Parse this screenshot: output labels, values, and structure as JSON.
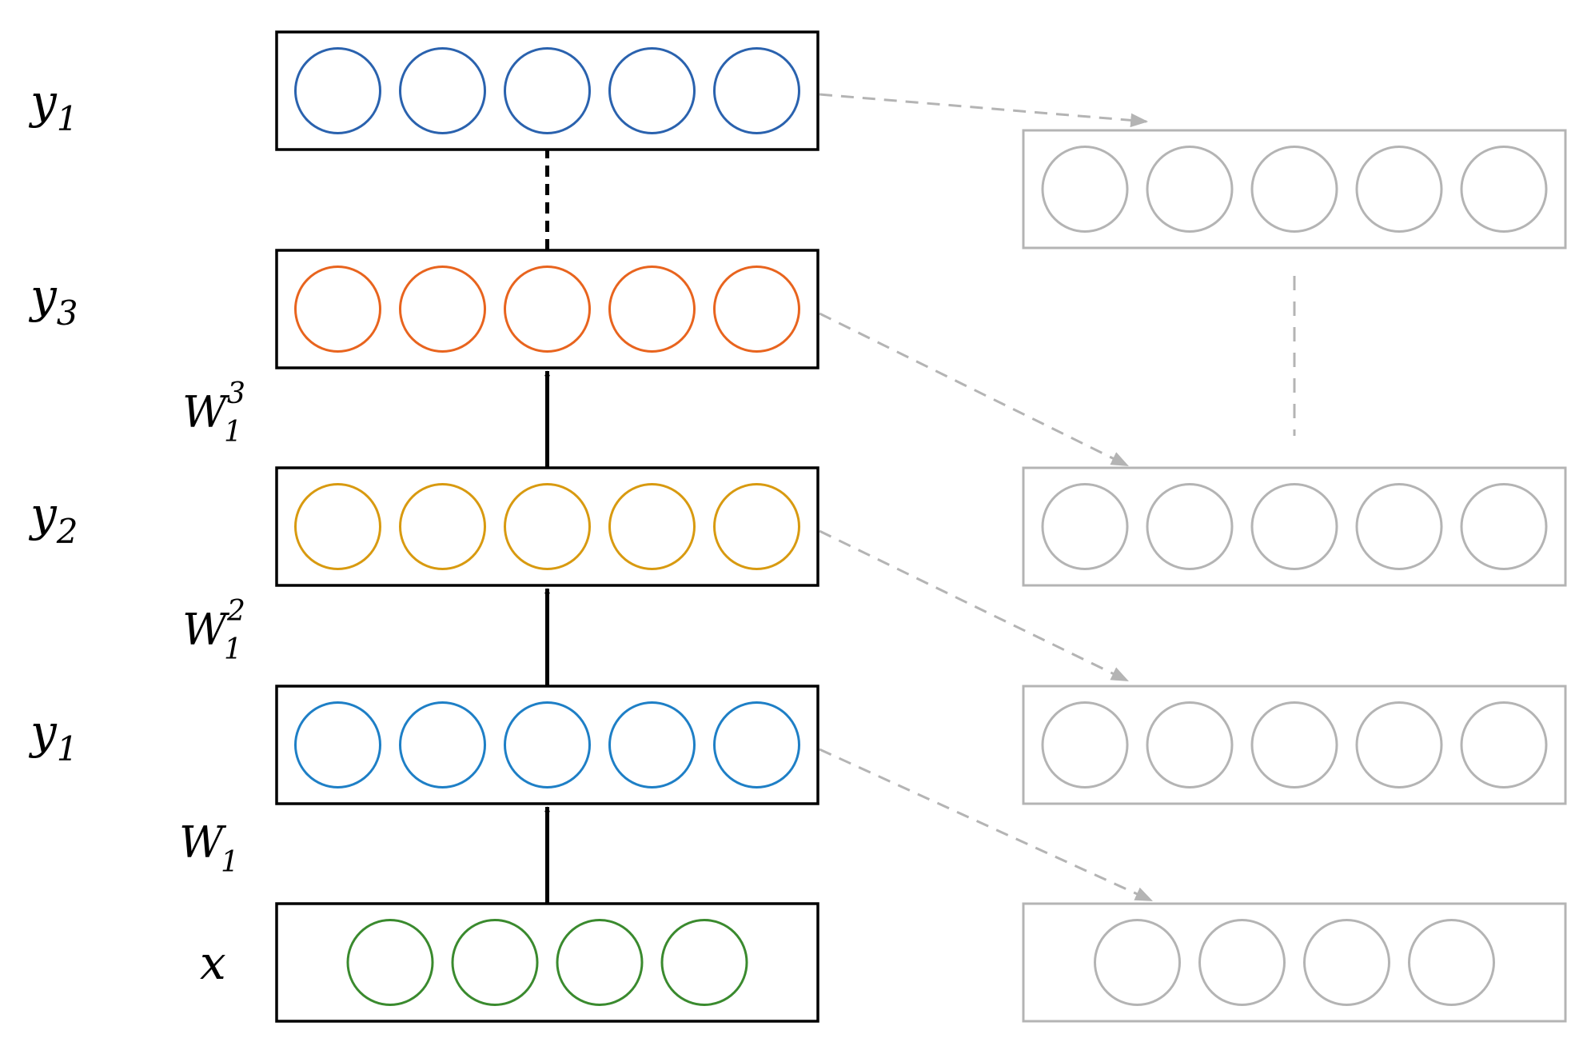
{
  "colors": {
    "box_main": "#000000",
    "box_ghost": "#b4b4b4",
    "connector_main": "#000000",
    "connector_ghost": "#b4b4b4",
    "node_green": "#3a8a2e",
    "node_light_blue": "#1e7fc6",
    "node_gold": "#d89a10",
    "node_orange": "#e8641e",
    "node_dark_blue": "#2a62ae",
    "node_ghost": "#b4b4b4"
  },
  "left_stack": [
    {
      "id": "x",
      "label": "x",
      "label_sub": "",
      "node_count": 4,
      "node_color": "node_green"
    },
    {
      "id": "y1-bottom",
      "label": "y",
      "label_sub": "1",
      "node_count": 5,
      "node_color": "node_light_blue"
    },
    {
      "id": "y2",
      "label": "y",
      "label_sub": "2",
      "node_count": 5,
      "node_color": "node_gold"
    },
    {
      "id": "y3",
      "label": "y",
      "label_sub": "3",
      "node_count": 5,
      "node_color": "node_orange"
    },
    {
      "id": "y1-top",
      "label": "y",
      "label_sub": "1",
      "node_count": 5,
      "node_color": "node_dark_blue"
    }
  ],
  "weights": [
    {
      "id": "w1",
      "base": "W",
      "sub": "1",
      "sup": ""
    },
    {
      "id": "w12",
      "base": "W",
      "sub": "1",
      "sup": "2"
    },
    {
      "id": "w13",
      "base": "W",
      "sub": "1",
      "sup": "3"
    }
  ],
  "right_stack": [
    {
      "id": "ghost-x",
      "node_count": 4
    },
    {
      "id": "ghost-y1",
      "node_count": 5
    },
    {
      "id": "ghost-y2",
      "node_count": 5
    },
    {
      "id": "ghost-y3",
      "node_count": 5
    },
    {
      "id": "ghost-top",
      "node_count": 5
    }
  ]
}
